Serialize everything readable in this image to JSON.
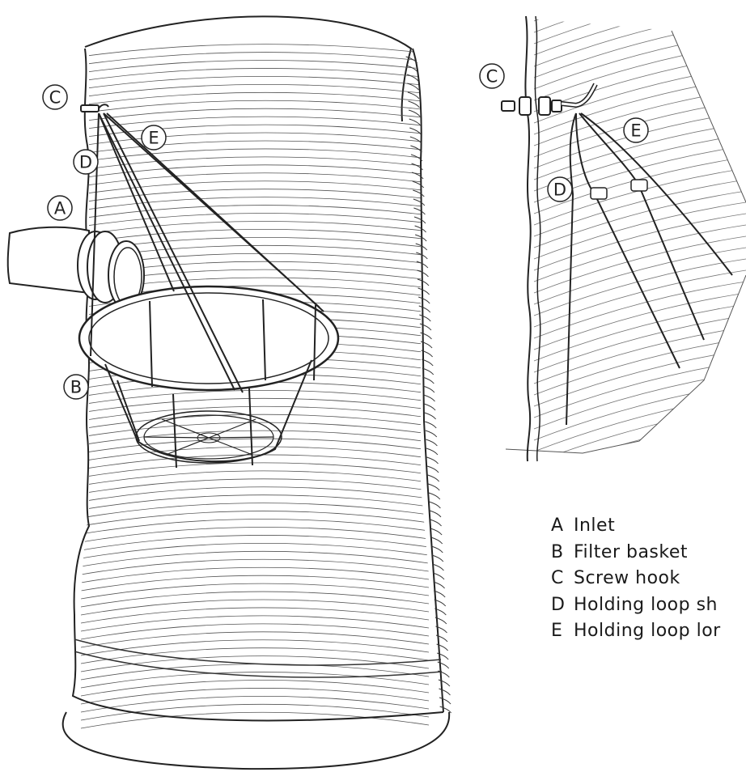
{
  "callouts": {
    "main": {
      "a": "A",
      "b": "B",
      "c": "C",
      "d": "D",
      "e": "E"
    },
    "detail": {
      "c": "C",
      "d": "D",
      "e": "E"
    }
  },
  "legend": [
    {
      "letter": "A",
      "text": "Inlet"
    },
    {
      "letter": "B",
      "text": "Filter basket"
    },
    {
      "letter": "C",
      "text": "Screw hook"
    },
    {
      "letter": "D",
      "text": "Holding loop sh"
    },
    {
      "letter": "E",
      "text": "Holding loop lor"
    }
  ]
}
